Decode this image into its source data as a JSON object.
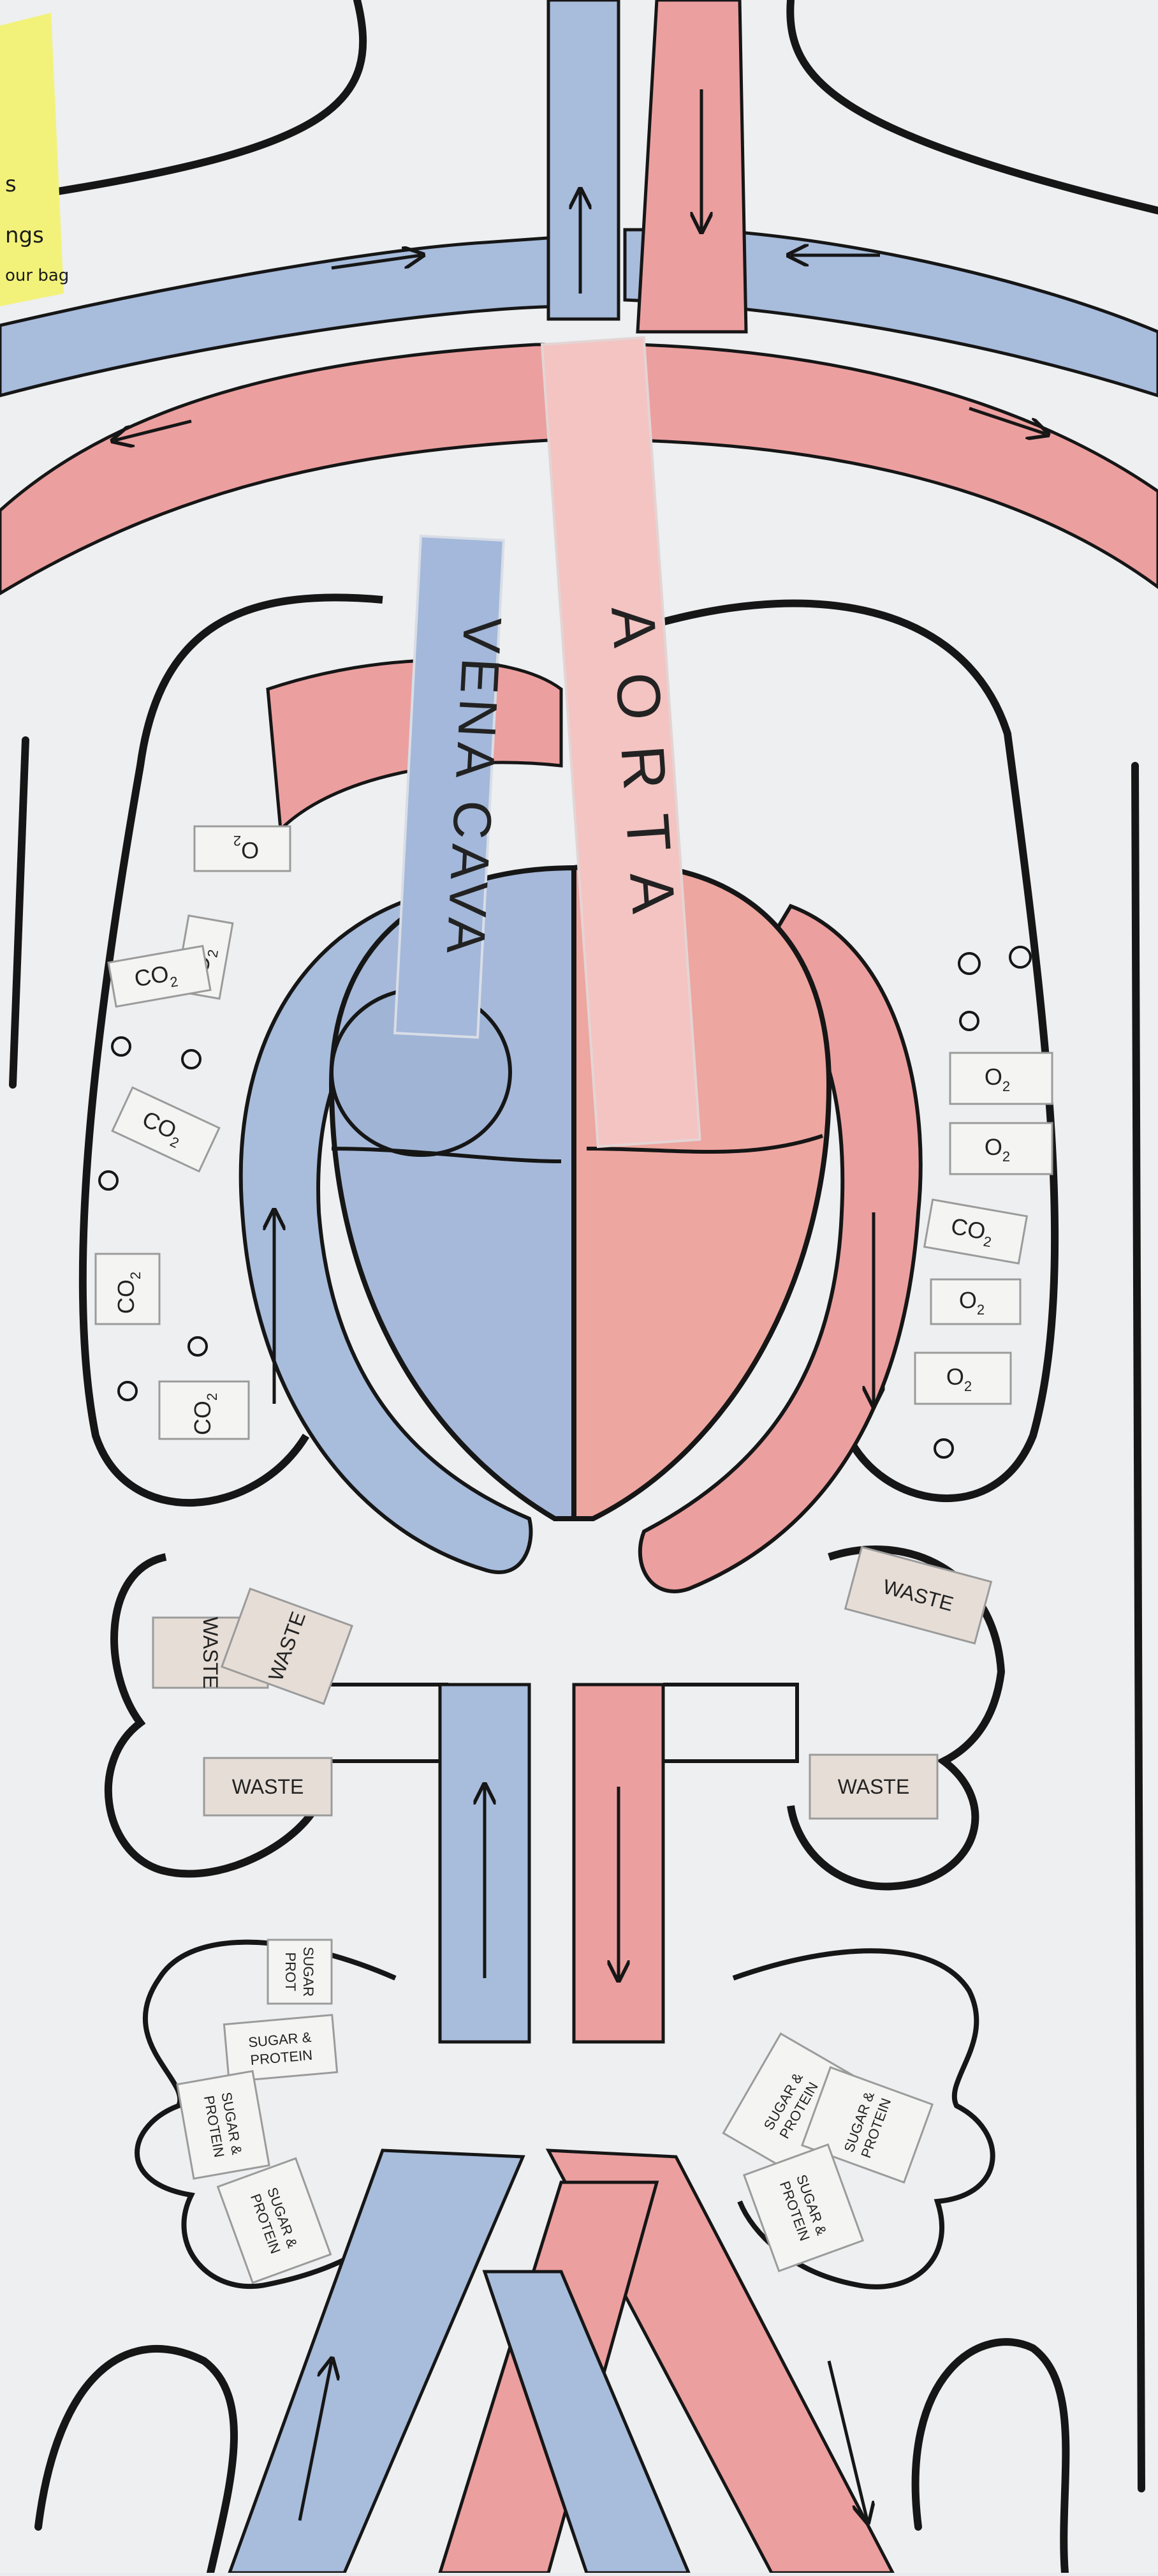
{
  "vessel_labels": {
    "vena_cava": "VENA CAVA",
    "aorta": "AORTA"
  },
  "sticky_note": {
    "lines": [
      "s",
      "ngs",
      "our bag"
    ]
  },
  "tags": {
    "o2": "O",
    "co2": "CO",
    "sub2": "2",
    "waste": "WASTE",
    "sugar_protein_line1": "SUGAR &",
    "sugar_protein_line2": "PROTEIN",
    "sugar_prot_partial_line1": "SUGAR",
    "sugar_prot_partial_line2": "PROT"
  },
  "colors": {
    "deoxygenated_blue": "#9db2d6",
    "oxygenated_red": "#eba3a3",
    "outline": "#161616",
    "paper": "#eef0f2",
    "sticky": "#f2f27a"
  }
}
